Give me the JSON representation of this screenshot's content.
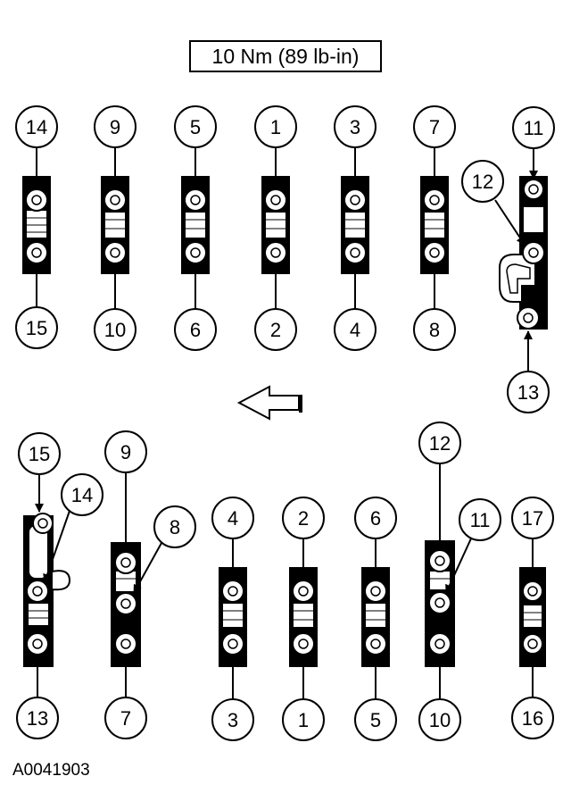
{
  "torque_label": "10 Nm (89 lb-in)",
  "figure_id": "A0041903",
  "upper_row": {
    "top_callouts": [
      "14",
      "9",
      "5",
      "1",
      "3",
      "7",
      "11"
    ],
    "bottom_callouts": [
      "15",
      "10",
      "6",
      "2",
      "4",
      "8",
      "13"
    ],
    "side_callout": "12"
  },
  "lower_row": {
    "top_callouts": [
      "15",
      "9",
      "4",
      "2",
      "6",
      "12",
      "17"
    ],
    "bottom_callouts": [
      "13",
      "7",
      "3",
      "1",
      "5",
      "10",
      "16"
    ],
    "side_callouts": [
      "14",
      "8",
      "11"
    ]
  },
  "direction_arrow": "front-arrow-left"
}
